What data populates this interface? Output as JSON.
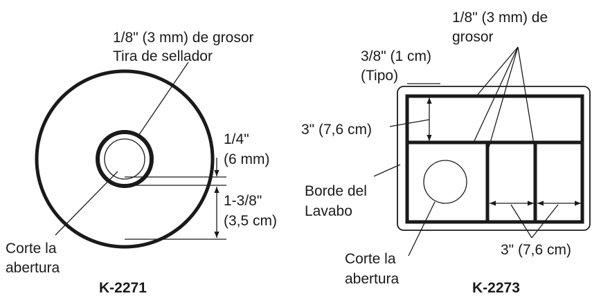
{
  "k2271": {
    "thickness_line1": "1/8\" (3 mm) de grosor",
    "thickness_line2": "Tira de sellador",
    "dim_small_line1": "1/4\"",
    "dim_small_line2": "(6 mm)",
    "dim_large_line1": "1-3/8\"",
    "dim_large_line2": "(3,5 cm)",
    "cutout_line1": "Corte la",
    "cutout_line2": "abertura",
    "model": "K-2271"
  },
  "k2273": {
    "thickness_line1": "1/8\" (3 mm) de",
    "thickness_line2": "grosor",
    "typical_line1": "3/8\" (1 cm)",
    "typical_line2": "(Tipo)",
    "dim_vertical": "3\" (7,6 cm)",
    "rim_line1": "Borde del",
    "rim_line2": "Lavabo",
    "dim_horizontal": "3\" (7,6 cm)",
    "cutout_line1": "Corte la",
    "cutout_line2": "abertura",
    "model": "K-2273"
  }
}
